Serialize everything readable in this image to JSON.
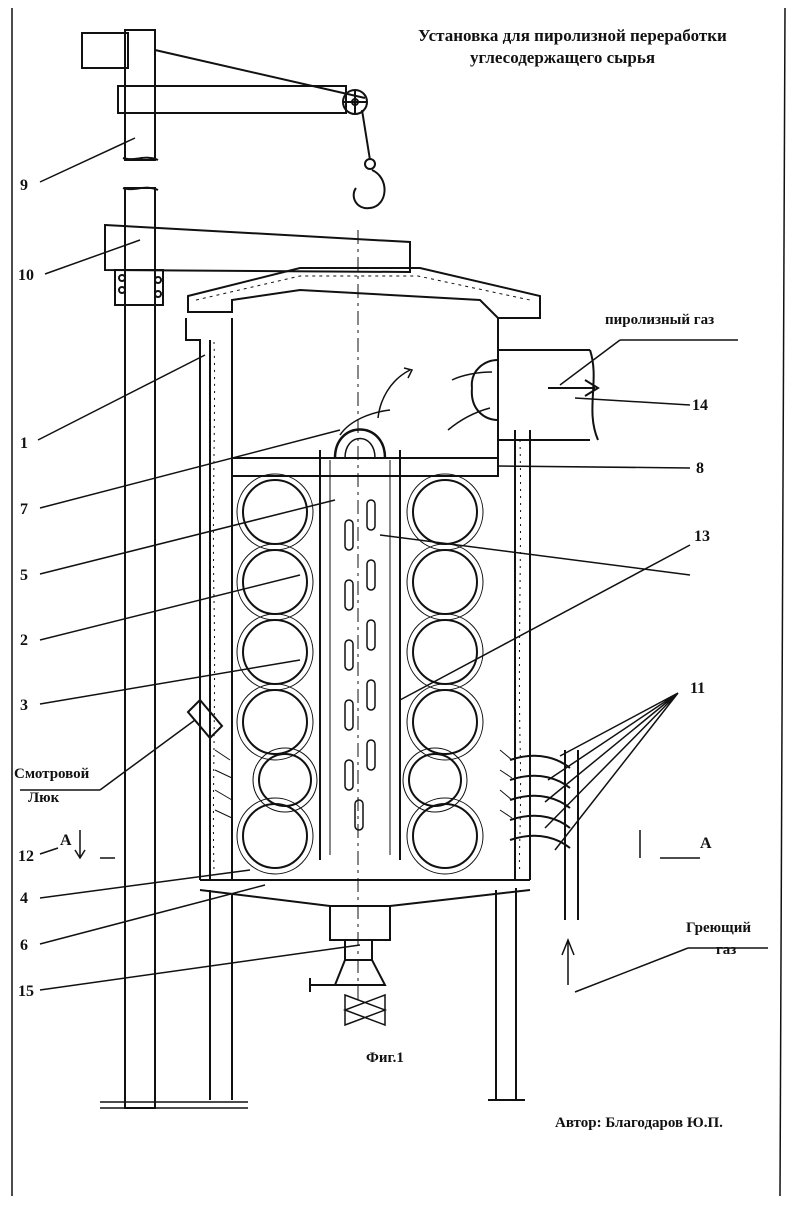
{
  "title": {
    "line1": "Установка для пиролизной переработки",
    "line2": "углесодержащего сырья"
  },
  "labels": {
    "pyrolysis_gas": "пиролизный газ",
    "heating_gas_line1": "Греющий",
    "heating_gas_line2": "газ",
    "viewing_hatch_line1": "Смотровой",
    "viewing_hatch_line2": "Люк",
    "section_left": "А",
    "section_right": "А",
    "figure": "Фиг.1",
    "author": "Автор: Благодаров Ю.П."
  },
  "callouts": [
    "9",
    "10",
    "1",
    "7",
    "5",
    "2",
    "3",
    "12",
    "4",
    "6",
    "15",
    "14",
    "8",
    "13",
    "11"
  ],
  "colors": {
    "ink": "#111111",
    "paper": "#ffffff"
  }
}
